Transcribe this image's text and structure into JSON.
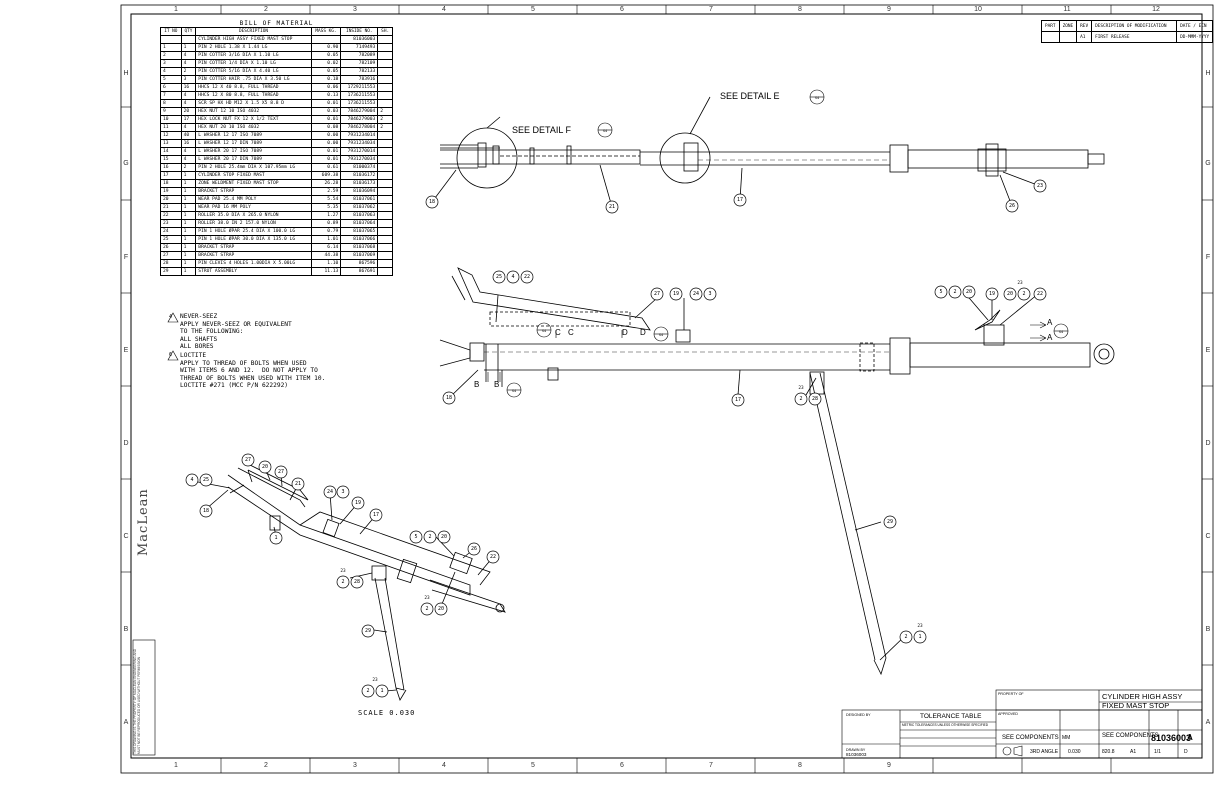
{
  "zones": {
    "columns": [
      "1",
      "2",
      "3",
      "4",
      "5",
      "6",
      "7",
      "8",
      "9",
      "10",
      "11",
      "12"
    ],
    "rows": [
      "A",
      "B",
      "C",
      "D",
      "E",
      "F",
      "G",
      "H"
    ]
  },
  "bom": {
    "title": "BILL OF MATERIAL",
    "headers": [
      "IT NO",
      "QTY",
      "DESCRIPTION",
      "MASS KG.",
      "INSIDE NO.",
      "SH."
    ],
    "top_row": "CYLINDER HIGH ASSY FIXED MAST STOP",
    "top_part": "81036003",
    "rows": [
      [
        "1",
        "1",
        "PIN 2 HOLE 1.38 X 1.44 LG",
        "0.90",
        "7149493",
        ""
      ],
      [
        "2",
        "4",
        "PIN COTTER 3/16 DIA X 1.10 LG",
        "0.05",
        "782089",
        ""
      ],
      [
        "3",
        "4",
        "PIN COTTER 1/4 DIA X 1.10 LG",
        "0.02",
        "782109",
        ""
      ],
      [
        "4",
        "2",
        "PIN COTTER 5/16 DIA X 4.40 LG",
        "0.05",
        "782133",
        ""
      ],
      [
        "5",
        "3",
        "PIN COTTER HAIR .75 DIA X 3.50 LG",
        "0.18",
        "783916",
        ""
      ],
      [
        "6",
        "16",
        "HHCS 12 X 40 8.8, FULL THREAD",
        "0.06",
        "1729211553",
        ""
      ],
      [
        "7",
        "4",
        "HHCS 12 X 80 8.8, FULL THREAD",
        "0.13",
        "1736211553",
        ""
      ],
      [
        "8",
        "4",
        "SCR SP HX HD M12 X 1.5 X5 8.8 D",
        "0.01",
        "1736211553",
        ""
      ],
      [
        "9",
        "20",
        "HEX NUT 12 10 ISO 4032",
        "0.03",
        "7846279004",
        "2"
      ],
      [
        "10",
        "17",
        "HEX LOCK NUT FX 12 X 1/2 TEXT",
        "0.01",
        "7846279003",
        "2"
      ],
      [
        "11",
        "4",
        "HEX NUT 20 10 ISO 4032",
        "0.08",
        "7846278004",
        "2"
      ],
      [
        "12",
        "40",
        "L WASHER 12 17 ISO 7089",
        "0.00",
        "7931234014",
        ""
      ],
      [
        "13",
        "16",
        "L WASHER 12 17 DIN 7089",
        "0.00",
        "7931234034",
        ""
      ],
      [
        "14",
        "4",
        "L WASHER 20 17 ISO 7089",
        "0.01",
        "7931270014",
        ""
      ],
      [
        "15",
        "4",
        "L WASHER 20 17 DIN 7089",
        "0.01",
        "7931270034",
        ""
      ],
      [
        "16",
        "2",
        "PIN 2 HOLE 25.4mm DIA X 107.95mm LG",
        "0.61",
        "81000374",
        ""
      ],
      [
        "17",
        "1",
        "CYLINDER STOP FIXED MAST",
        "609.38",
        "81036172",
        ""
      ],
      [
        "18",
        "1",
        "ZONE WELDMENT FIXED MAST STOP",
        "26.28",
        "81036173",
        ""
      ],
      [
        "19",
        "1",
        "BRACKET STRAP",
        "2.59",
        "81036094",
        ""
      ],
      [
        "20",
        "1",
        "WEAR PAD 25.4 MM POLY",
        "5.54",
        "81037061",
        ""
      ],
      [
        "21",
        "1",
        "WEAR PAD 16 MM POLY",
        "5.35",
        "81037062",
        ""
      ],
      [
        "22",
        "1",
        "ROLLER 35.0 DIA X 265.0 NYLON",
        "1.27",
        "81037063",
        ""
      ],
      [
        "23",
        "1",
        "ROLLER 38.0 IN 2 157.0 NYLON",
        "0.89",
        "81037064",
        ""
      ],
      [
        "24",
        "1",
        "PIN 1 HOLE ØPAR 25.4 DIA X 100.0 LG",
        "0.79",
        "81037065",
        ""
      ],
      [
        "25",
        "1",
        "PIN 1 HOLE ØPAR 30.0 DIA X 135.0 LG",
        "1.01",
        "81037066",
        ""
      ],
      [
        "26",
        "1",
        "BRACKET STRAP",
        "6.14",
        "81037068",
        ""
      ],
      [
        "27",
        "1",
        "BRACKET STRAP",
        "44.38",
        "81037069",
        ""
      ],
      [
        "28",
        "1",
        "PIN CLEVIS 4 HOLES 1.00DIA X 5.00LG",
        "1.10",
        "867596",
        ""
      ],
      [
        "29",
        "1",
        "STRUT ASSEMBLY",
        "11.13",
        "867691",
        ""
      ]
    ]
  },
  "notes": {
    "never_seez": "NEVER-SEEZ\nAPPLY NEVER-SEEZ OR EQUIVALENT\nTO THE FOLLOWING:\nALL SHAFTS\nALL BORES",
    "never_seez_ref": "4",
    "loctite": "LOCTITE\nAPPLY TO THREAD OF BOLTS WHEN USED\nWITH ITEMS 6 AND 12.  DO NOT APPLY TO\nTHREAD OF BOLTS WHEN USED WITH ITEM 10.\nLOCTITE #271 (MCC P/N 622292)",
    "loctite_ref": "6"
  },
  "details": {
    "detail_f": "SEE DETAIL  F",
    "detail_e": "SEE DETAIL  E",
    "detail_f_ref": "S4",
    "detail_e_ref": "S4"
  },
  "section_letters": {
    "a": "A",
    "b": "B",
    "c": "C",
    "d": "D"
  },
  "balloons": {
    "top_18": "18",
    "top_21": "21",
    "top_17": "17",
    "top_23": "23",
    "top_26": "26",
    "mid_25": "25",
    "mid_4": "4",
    "mid_22": "22",
    "mid_27": "27",
    "mid_19": "19",
    "mid_24": "24",
    "mid_3": "3",
    "mid_5": "5",
    "mid_2": "2",
    "mid_20": "20",
    "mid_29": "29",
    "mid_18": "18",
    "mid_17": "17",
    "mid_28": "28",
    "mid_29b": "29",
    "mid_1": "1",
    "iso_4": "4",
    "iso_25": "25",
    "iso_27": "27",
    "iso_19": "19",
    "iso_18": "18",
    "iso_21": "21",
    "iso_17": "17",
    "iso_24": "24",
    "iso_3": "3",
    "iso_1": "1",
    "iso_26": "26",
    "iso_22": "22",
    "iso_29": "29",
    "iso_2": "2",
    "iso_28": "28",
    "iso_20": "20"
  },
  "ref_labels": {
    "d_a": "S4",
    "d_b": "S4",
    "d_c": "S4",
    "d_d": "S4",
    "qty_23": "23",
    "qty_23b": "23",
    "qty_23c": "23",
    "qty_23d": "23"
  },
  "scale": "SCALE  0.030",
  "brand": "MacLean",
  "revision": {
    "headers": [
      "PART",
      "ZONE",
      "REV",
      "DESCRIPTION OF MODIFICATION",
      "DATE / ECN"
    ],
    "row": [
      "",
      "",
      "A1",
      "FIRST RELEASE",
      ""
    ],
    "date_line": "DD-MMM-YYYY"
  },
  "title_block": {
    "tolerance_title": "TOLERANCE TABLE",
    "tolerance_note": "METRIC TOLERANCES UNLESS OTHERWISE SPECIFIED",
    "design_label": "DESIGNED BY",
    "first_used": "SEE COMPONENTS",
    "material": "SEE COMPONENTS",
    "title_1": "CYLINDER HIGH ASSY",
    "title_2": "FIXED MAST STOP",
    "drawing_no": "81036003",
    "rev": "A",
    "sheet": "1/1",
    "size": "D",
    "scale_val": "0.030",
    "mass": "820.8",
    "proj": "3RD ANGLE",
    "rev_small": "A1",
    "units": "MM",
    "owner_label": "PROPERTY OF",
    "approved": "APPROVED",
    "drawn_by": "DRAWN BY"
  },
  "side_legal": "THIS DRAWING IS THE PROPERTY OF MACLEAN ENGINEERING AND MUST NOT BE REPRODUCED OR USED WITHOUT PERMISSION",
  "colors": {
    "line": "#000000",
    "grid": "#555555",
    "paper": "#ffffff"
  }
}
